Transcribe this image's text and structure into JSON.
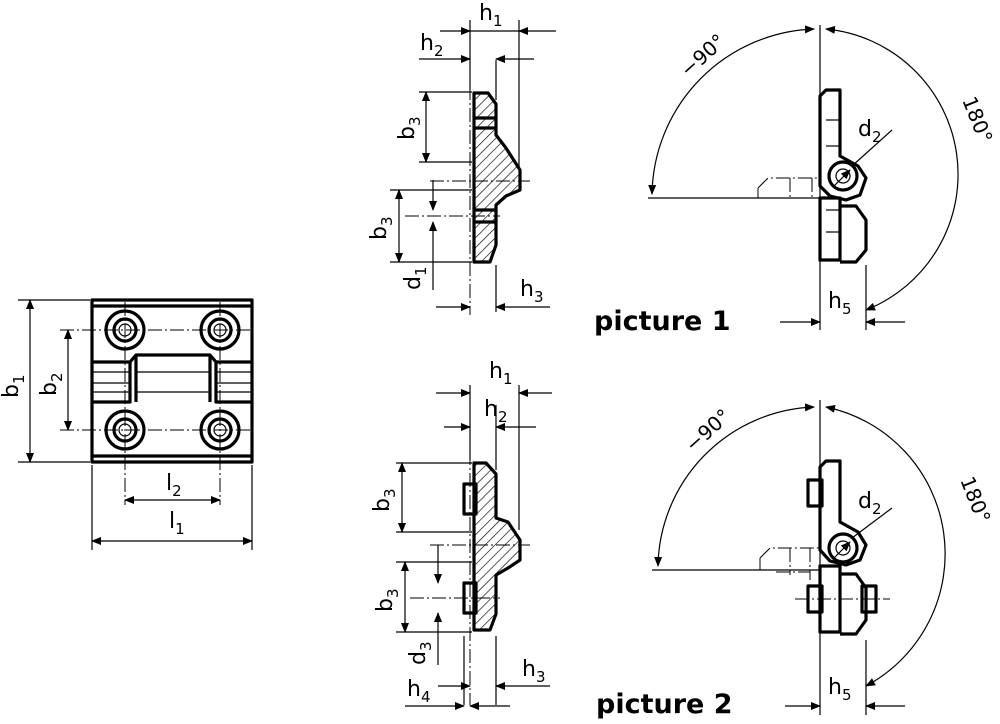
{
  "dimensions": {
    "b1": {
      "main": "b",
      "sub": "1"
    },
    "b2": {
      "main": "b",
      "sub": "2"
    },
    "b3": {
      "main": "b",
      "sub": "3"
    },
    "l1": {
      "main": "l",
      "sub": "1"
    },
    "l2": {
      "main": "l",
      "sub": "2"
    },
    "h1": {
      "main": "h",
      "sub": "1"
    },
    "h2": {
      "main": "h",
      "sub": "2"
    },
    "h3": {
      "main": "h",
      "sub": "3"
    },
    "h4": {
      "main": "h",
      "sub": "4"
    },
    "h5": {
      "main": "h",
      "sub": "5"
    },
    "d1": {
      "main": "d",
      "sub": "1"
    },
    "d2": {
      "main": "d",
      "sub": "2"
    },
    "d3": {
      "main": "d",
      "sub": "3"
    }
  },
  "angles": {
    "neg90": "−90°",
    "pos180": "180°"
  },
  "captions": {
    "picture1": "picture 1",
    "picture2": "picture 2"
  }
}
